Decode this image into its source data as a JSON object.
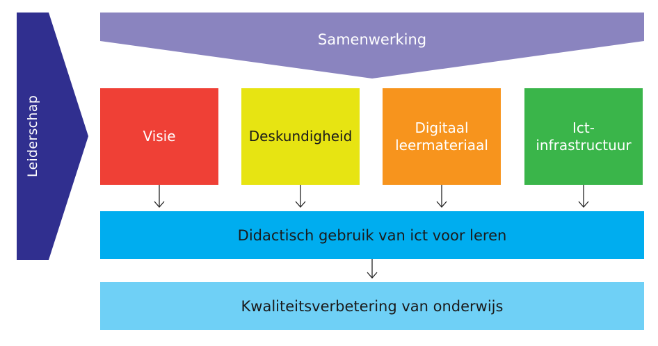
{
  "colors": {
    "leadership": "#302f8f",
    "collaboration": "#8a84bf",
    "vision": "#ef4036",
    "expertise": "#e7e412",
    "digital_material": "#f7941d",
    "ict_infrastructure": "#3ab54a",
    "didactic_use": "#00adef",
    "quality": "#6fd0f6",
    "arrow": "#222222"
  },
  "leadership": {
    "label": "Leiderschap"
  },
  "collaboration": {
    "label": "Samenwerking"
  },
  "pillars": [
    {
      "label": "Visie"
    },
    {
      "label": "Deskundigheid"
    },
    {
      "label": "Digitaal\nleermateriaal"
    },
    {
      "label": "Ict-\ninfrastructuur"
    }
  ],
  "didactic_use": {
    "label": "Didactisch gebruik van ict voor leren"
  },
  "quality": {
    "label": "Kwaliteitsverbetering van onderwijs"
  }
}
